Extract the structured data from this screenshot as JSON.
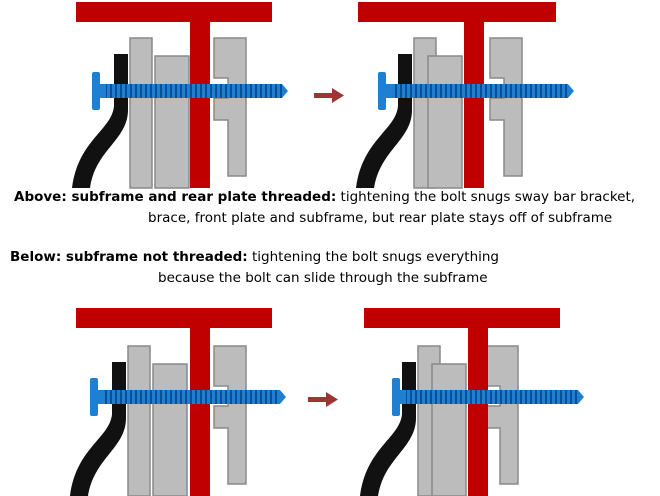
{
  "captions": {
    "above": {
      "label": "Above: subframe and rear plate threaded:",
      "text_line1": " tightening the bolt snugs sway bar bracket,",
      "text_line2": "brace, front plate and subframe, but rear plate stays off of subframe"
    },
    "below": {
      "label": "Below: subframe not threaded:",
      "text_line1": " tightening the bolt snugs everything",
      "text_line2": "because the bolt can slide through the subframe"
    }
  },
  "colors": {
    "subframe": "#c00000",
    "bolt": "#1f7fd0",
    "bolt_thread": "#0a4f96",
    "plate_fill": "#bcbcbc",
    "plate_stroke": "#8a8a8a",
    "bracket": "#111111",
    "arrow": "#9e3535"
  }
}
